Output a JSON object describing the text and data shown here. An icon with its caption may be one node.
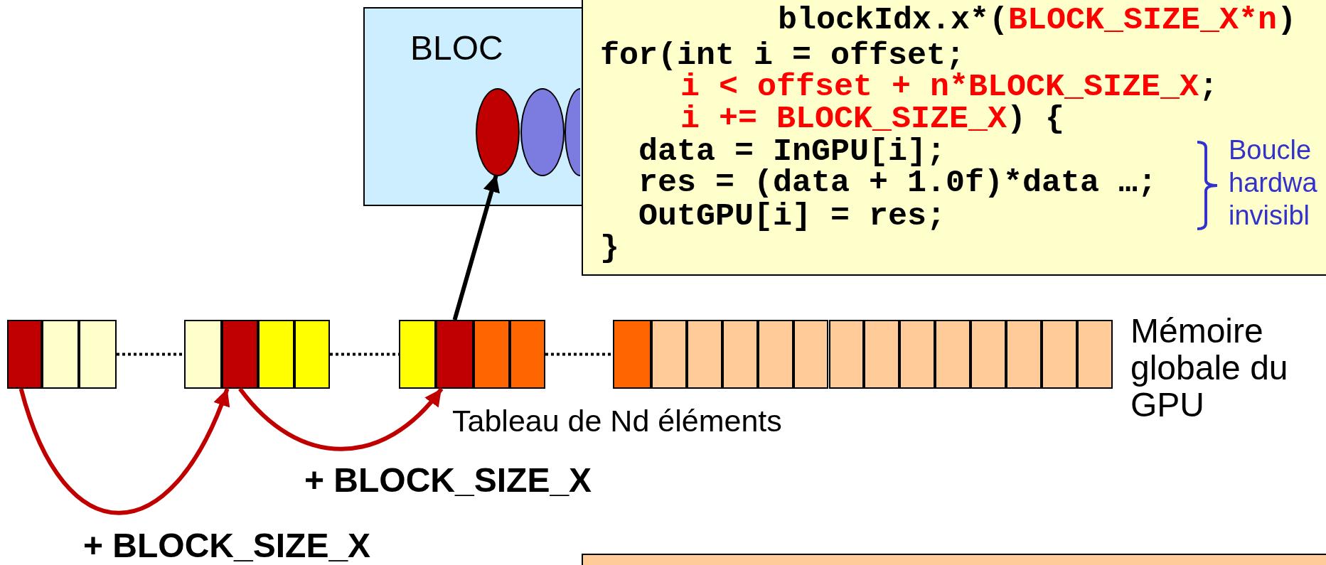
{
  "diagram": {
    "nodes": [
      {
        "text": [
          "BLOC"
        ]
      },
      {
        "text": [],
        "shape": "ellipse",
        "in": 0
      },
      {
        "text": [],
        "shape": "ellipse",
        "in": 0
      },
      {
        "text": [],
        "shape": "ellipse",
        "in": 0
      },
      {
        "text": [
          "blockIdx.x*(",
          "BLOCK_SIZE_X*n",
          ")",
          "for(int i = offset;",
          "i < offset + n*BLOCK_SIZE_X",
          ";",
          "i += BLOCK_SIZE_X",
          ") {",
          "data = InGPU[i];",
          "res = (data + 1.0f)*data …;",
          "OutGPU[i] = res;",
          "}"
        ]
      },
      {
        "text": [],
        "shape": "box"
      },
      {
        "text": [],
        "shape": "box"
      },
      {
        "text": [],
        "shape": "box"
      },
      {
        "text": [],
        "shape": "box"
      },
      {
        "text": [],
        "shape": "box"
      },
      {
        "text": [],
        "shape": "box"
      },
      {
        "text": [],
        "shape": "box"
      },
      {
        "text": [],
        "shape": "box"
      },
      {
        "text": [],
        "shape": "box"
      },
      {
        "text": [],
        "shape": "box"
      },
      {
        "text": [],
        "shape": "box"
      },
      {
        "text": [],
        "shape": "box"
      },
      {
        "text": [],
        "shape": "box"
      },
      {
        "text": [],
        "shape": "box"
      },
      {
        "text": [],
        "shape": "box"
      },
      {
        "text": [],
        "shape": "box"
      },
      {
        "text": [],
        "shape": "box"
      },
      {
        "text": [],
        "shape": "box"
      },
      {
        "text": [],
        "shape": "box"
      },
      {
        "text": [],
        "shape": "box"
      },
      {
        "text": [],
        "shape": "box"
      },
      {
        "text": [],
        "shape": "box"
      },
      {
        "text": [],
        "shape": "box"
      },
      {
        "text": [],
        "shape": "box"
      },
      {
        "text": [],
        "shape": "box"
      },
      {
        "text": [],
        "shape": "box"
      }
    ],
    "edges": [
      {
        "from": 13,
        "to": 1,
        "arrow": "to"
      },
      {
        "from": 7,
        "to": 8,
        "arrow": "none",
        "style": "dashed"
      },
      {
        "from": 11,
        "to": 12,
        "arrow": "none",
        "style": "dashed"
      },
      {
        "from": 15,
        "to": 16,
        "arrow": "none",
        "style": "dashed"
      },
      {
        "from": 9,
        "to": 13,
        "arrow": "to",
        "color": "#c00000",
        "label": "+ BLOCK_SIZE_X"
      },
      {
        "from": 5,
        "to": 9,
        "arrow": "to",
        "color": "#c00000",
        "label": "+ BLOCK_SIZE_X"
      }
    ],
    "labels": [
      "Boucle hardwa invisibl",
      "Mémoire globale du GPU",
      "Tableau de Nd éléments"
    ]
  }
}
